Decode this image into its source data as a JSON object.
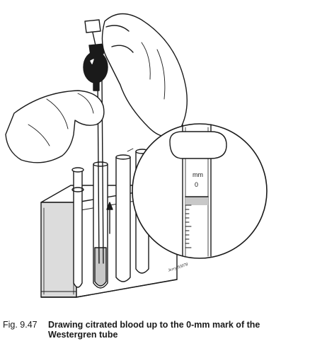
{
  "figure": {
    "magnifier_unit": "mm",
    "magnifier_zero": "0",
    "artist_signature": "Jerry 93078"
  },
  "caption": {
    "number": "Fig. 9.47",
    "line1": "Drawing citrated blood up to the 0-mm mark of the",
    "line2": "Westergren tube"
  },
  "colors": {
    "ink": "#1a1a1a",
    "blood_fill": "#c8c8c8",
    "rack_side": "#dcdcdc"
  }
}
